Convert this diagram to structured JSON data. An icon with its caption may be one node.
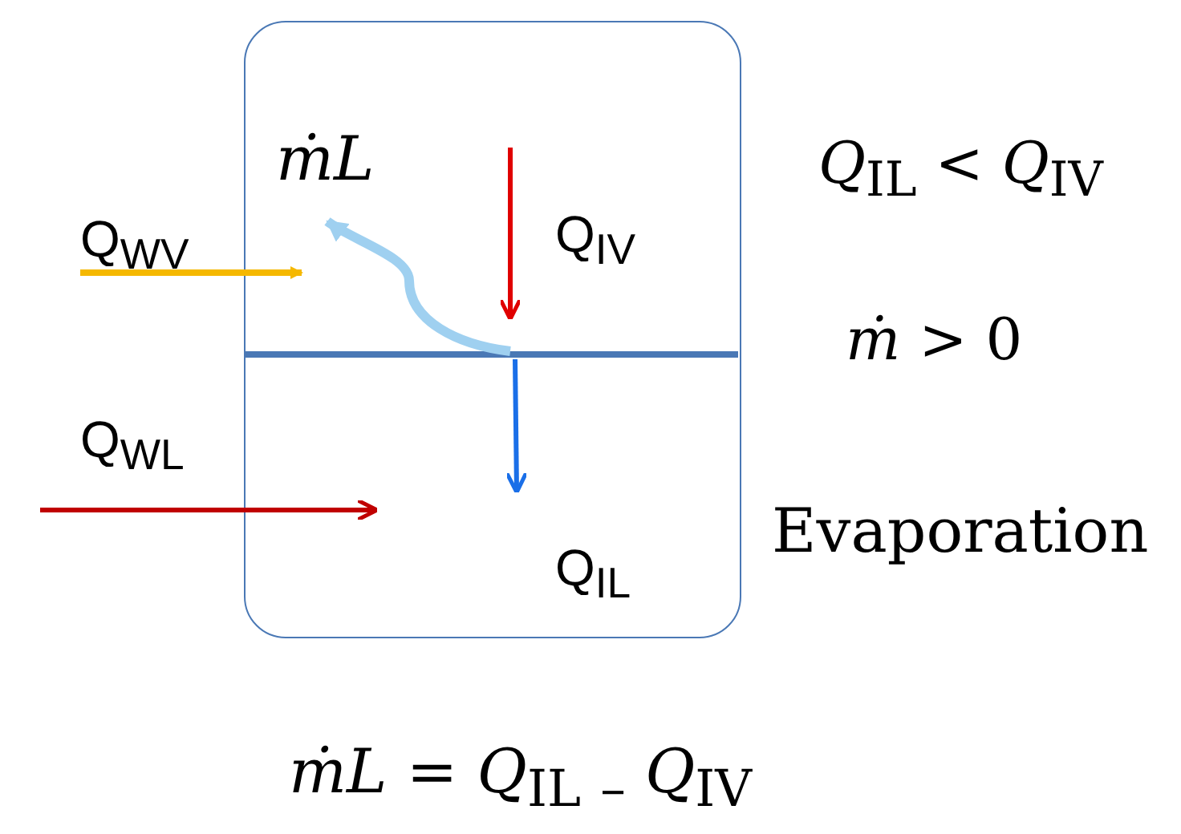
{
  "diagram": {
    "nodes": [
      {
        "text": [],
        "shape": "box"
      }
    ],
    "edges": [],
    "labels": [
      "ṁL",
      "*Q*$_{IL}$  < *Q*$_{IV}$",
      "Q$_{WV}$",
      "Q$_{IV}$",
      "*ṁ* > 0",
      "Q$_{WL}$",
      "Evaporation",
      "Q$_{IL}$",
      "*ṁL* =  *Q*$_{IL}$ $_{–}$ *Q*$_{IV}$"
    ]
  }
}
